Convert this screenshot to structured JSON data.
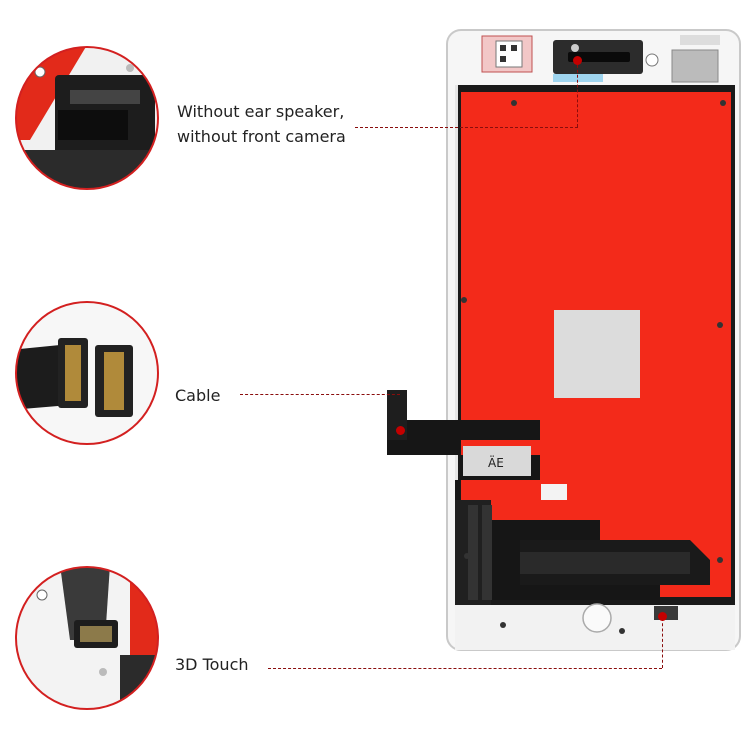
{
  "callouts": {
    "ear_speaker_line1": "Without ear speaker,",
    "ear_speaker_line2": "without front camera",
    "cable": "Cable",
    "touch": "3D Touch"
  },
  "flex_label": "ÄE",
  "colors": {
    "panel_red": "#f32a1a",
    "frame_white": "#f7f7f7",
    "ring_red": "#d32020",
    "flex_black": "#161616"
  }
}
